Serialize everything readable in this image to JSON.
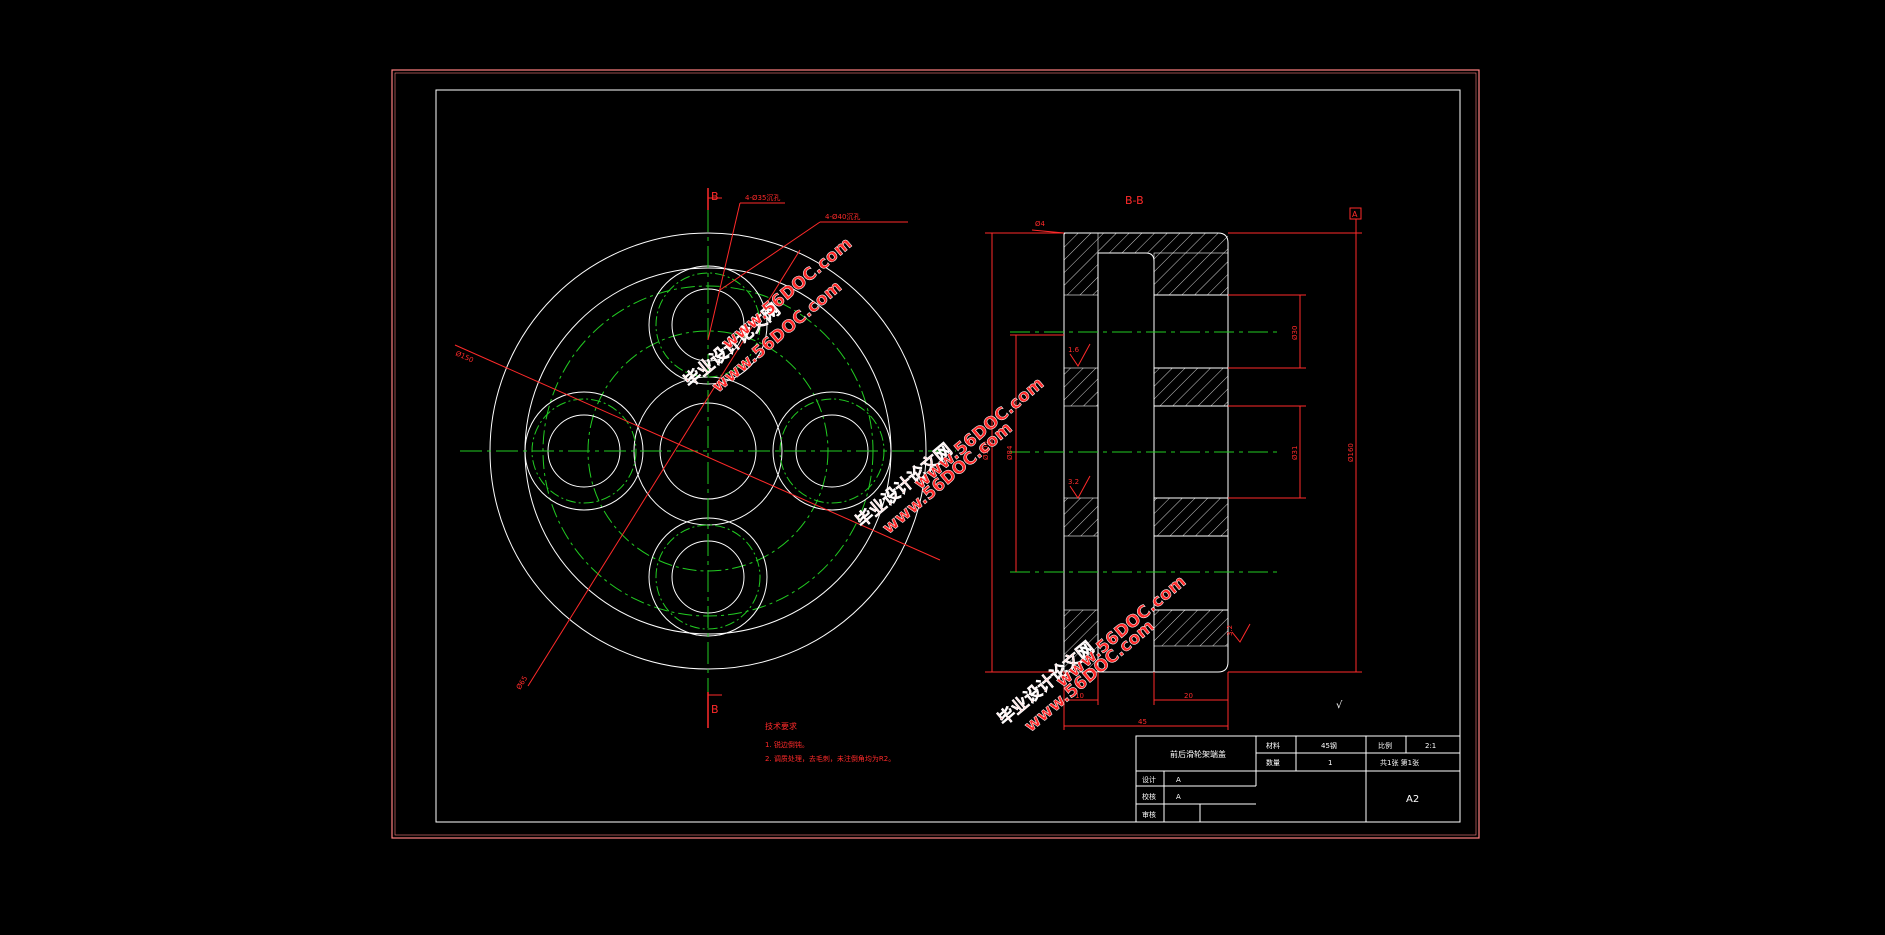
{
  "colors": {
    "background": "#000000",
    "outline": "#ffffff",
    "dimension": "#ff2a2a",
    "centerline": "#22cc22",
    "hatch": "#ffffff",
    "watermark": "#ff2a2a"
  },
  "front_view": {
    "section_marker_top": "B",
    "section_marker_bottom": "B",
    "leader_notes": [
      "4-Ø35沉孔",
      "4-Ø40沉孔"
    ],
    "dim_outer": "Ø150",
    "dim_pcd": "Ø65"
  },
  "section_view": {
    "title": "B-B",
    "datum": "A",
    "chamfer": "Ø4",
    "roughness": [
      "1.6",
      "3.2",
      "3.2"
    ],
    "dims_left": [
      "Ø100",
      "Ø84"
    ],
    "dims_right": [
      "Ø30",
      "Ø31",
      "Ø160"
    ],
    "dims_bottom": [
      "10",
      "20",
      "45"
    ],
    "general_roughness": "√"
  },
  "tech_notes": {
    "heading": "技术要求",
    "lines": [
      "1. 锐边倒钝。",
      "2. 调质处理，去毛刺，未注倒角均为R2。"
    ]
  },
  "title_block": {
    "part_name": "前后滑轮架端盖",
    "material_label": "材料",
    "material_value": "45钢",
    "scale_label": "比例",
    "scale_value": "2:1",
    "qty_label": "数量",
    "qty_value": "1",
    "sheet_note": "共1张 第1张",
    "designer_label": "设计",
    "checker_label": "校核",
    "approver_label": "审核",
    "designer_value": "A",
    "checker_value": "A",
    "size": "A2"
  },
  "watermarks": {
    "brand": "毕业设计论文网",
    "url": "www.56DOC.com"
  }
}
